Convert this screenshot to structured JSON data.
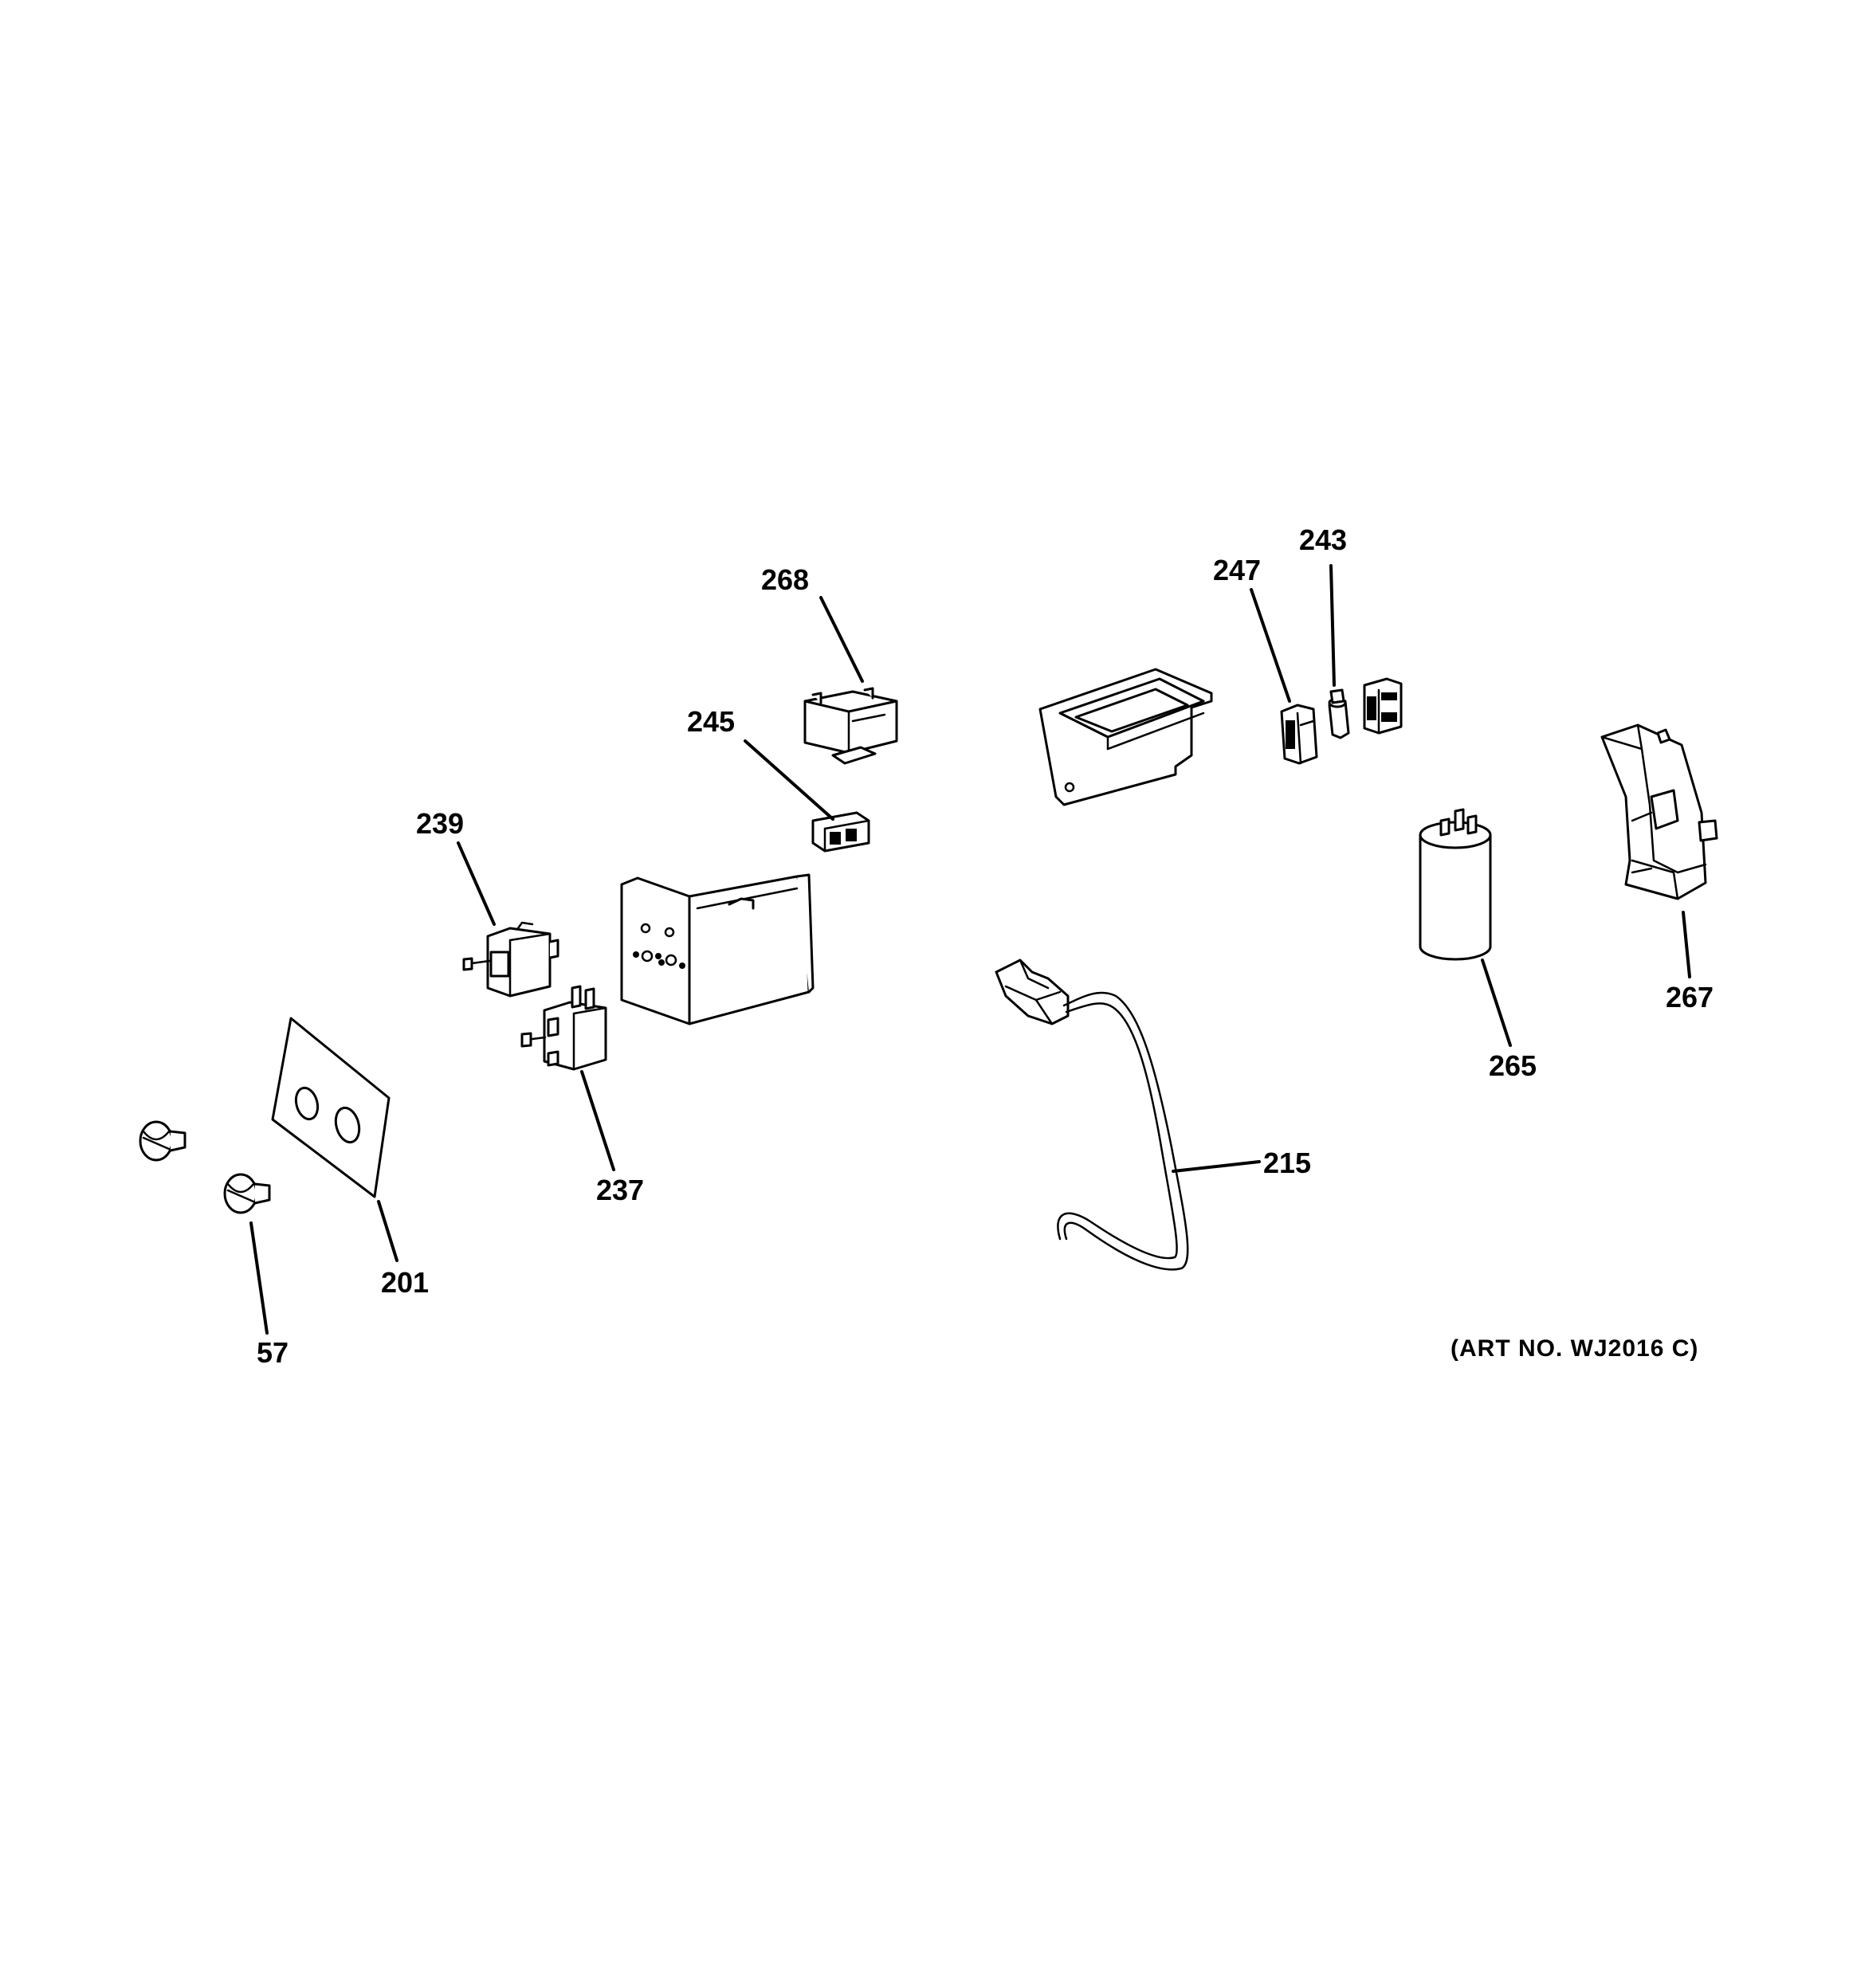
{
  "diagram": {
    "art_number": "(ART NO. WJ2016 C)",
    "callouts": [
      {
        "id": "c268",
        "number": "268",
        "part": "relay"
      },
      {
        "id": "c245",
        "number": "245",
        "part": "terminal-block"
      },
      {
        "id": "c239",
        "number": "239",
        "part": "selector-switch"
      },
      {
        "id": "c237",
        "number": "237",
        "part": "thermostat"
      },
      {
        "id": "c201",
        "number": "201",
        "part": "control-panel-overlay"
      },
      {
        "id": "c57",
        "number": "57",
        "part": "knob"
      },
      {
        "id": "c247",
        "number": "247",
        "part": "connector"
      },
      {
        "id": "c243",
        "number": "243",
        "part": "plug"
      },
      {
        "id": "c265",
        "number": "265",
        "part": "capacitor"
      },
      {
        "id": "c267",
        "number": "267",
        "part": "capacitor-bracket"
      },
      {
        "id": "c215",
        "number": "215",
        "part": "power-cord"
      }
    ]
  }
}
